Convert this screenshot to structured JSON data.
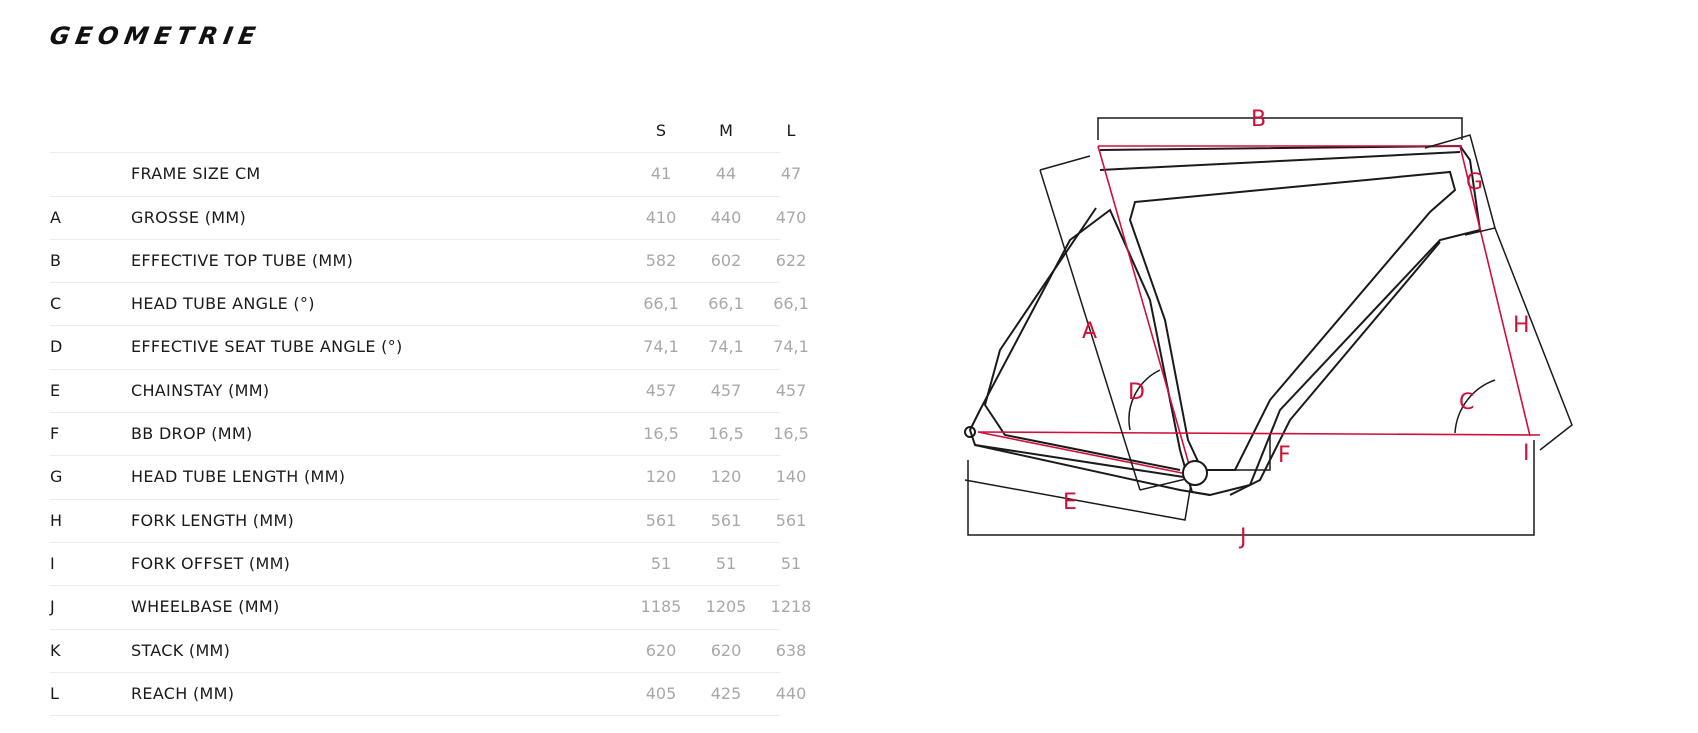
{
  "title": "GEOMETRIE",
  "columns": [
    "S",
    "M",
    "L"
  ],
  "rows": [
    {
      "key": "",
      "label": "FRAME SIZE CM",
      "s": "41",
      "m": "44",
      "l": "47"
    },
    {
      "key": "A",
      "label": "GROSSE (MM)",
      "s": "410",
      "m": "440",
      "l": "470"
    },
    {
      "key": "B",
      "label": "EFFECTIVE TOP TUBE (MM)",
      "s": "582",
      "m": "602",
      "l": "622"
    },
    {
      "key": "C",
      "label": "HEAD TUBE ANGLE (°)",
      "s": "66,1",
      "m": "66,1",
      "l": "66,1"
    },
    {
      "key": "D",
      "label": "EFFECTIVE SEAT TUBE ANGLE (°)",
      "s": "74,1",
      "m": "74,1",
      "l": "74,1"
    },
    {
      "key": "E",
      "label": "CHAINSTAY (MM)",
      "s": "457",
      "m": "457",
      "l": "457"
    },
    {
      "key": "F",
      "label": "BB DROP (MM)",
      "s": "16,5",
      "m": "16,5",
      "l": "16,5"
    },
    {
      "key": "G",
      "label": "HEAD TUBE LENGTH (MM)",
      "s": "120",
      "m": "120",
      "l": "140"
    },
    {
      "key": "H",
      "label": "FORK LENGTH (MM)",
      "s": "561",
      "m": "561",
      "l": "561"
    },
    {
      "key": "I",
      "label": "FORK OFFSET (MM)",
      "s": "51",
      "m": "51",
      "l": "51"
    },
    {
      "key": "J",
      "label": "WHEELBASE (MM)",
      "s": "1185",
      "m": "1205",
      "l": "1218"
    },
    {
      "key": "K",
      "label": "STACK (MM)",
      "s": "620",
      "m": "620",
      "l": "638"
    },
    {
      "key": "L",
      "label": "REACH (MM)",
      "s": "405",
      "m": "425",
      "l": "440"
    }
  ],
  "diagram": {
    "labels": {
      "a": "A",
      "b": "B",
      "c": "C",
      "d": "D",
      "e": "E",
      "f": "F",
      "g": "G",
      "h": "H",
      "i": "I",
      "j": "J"
    },
    "accent_color": "#d0103a",
    "line_color": "#1a1a1a"
  }
}
